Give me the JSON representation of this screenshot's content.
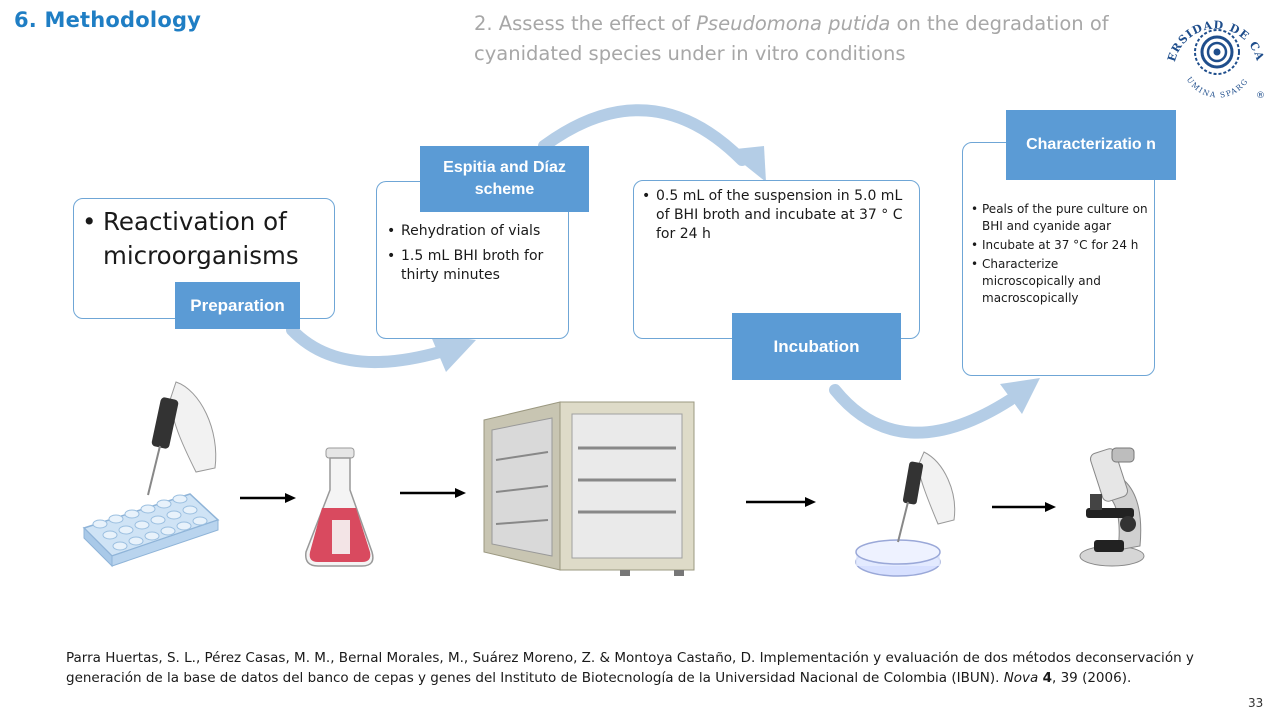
{
  "header": {
    "section_title": "6. Methodology",
    "objective_prefix": "2. Assess the effect of ",
    "objective_species": "Pseudomona putida",
    "objective_suffix": " on the degradation of cyanidated species under in vitro conditions"
  },
  "logo": {
    "text_top": "UNIVERSIDAD DE CALDAS",
    "text_bottom": "LUMINA SPARGO",
    "registered": "®"
  },
  "steps": [
    {
      "tag": "Preparation",
      "items": [
        "Reactivation of microorganisms"
      ]
    },
    {
      "tag": "Espitia and Díaz scheme",
      "items": [
        "Rehydration of vials",
        "1.5 mL BHI broth for thirty minutes"
      ]
    },
    {
      "tag": "Incubation",
      "items": [
        "0.5 mL of the suspension in 5.0 mL of BHI broth and incubate at 37 ° C for 24 h"
      ]
    },
    {
      "tag": "Characterizatio n",
      "items": [
        "Peals of the pure culture on BHI and cyanide agar",
        "Incubate at 37 °C for 24 h",
        "Characterize microscopically and macroscopically"
      ]
    }
  ],
  "illustrations": {
    "item1": "tube-rack-pipette-icon",
    "item2": "flask-icon",
    "item3": "incubator-icon",
    "item4": "petri-dish-pipette-icon",
    "item5": "microscope-icon"
  },
  "reference": {
    "text_main": "Parra Huertas, S. L., Pérez Casas, M. M., Bernal Morales, M., Suárez Moreno, Z. & Montoya Castaño, D. Implementación y evaluación de dos métodos deconservación y generación de la base de datos del banco de cepas y genes del Instituto de Biotecnología de la Universidad Nacional de Colombia (IBUN). ",
    "journal": "Nova",
    "volume": "4",
    "tail": ", 39 (2006)."
  },
  "page_number": "33",
  "colors": {
    "accent": "#1f7ec4",
    "tag_fill": "#5b9bd5",
    "box_border": "#6fa6d6",
    "curve_arrow": "#b4cde6",
    "objective_text": "#a7a7a7"
  }
}
